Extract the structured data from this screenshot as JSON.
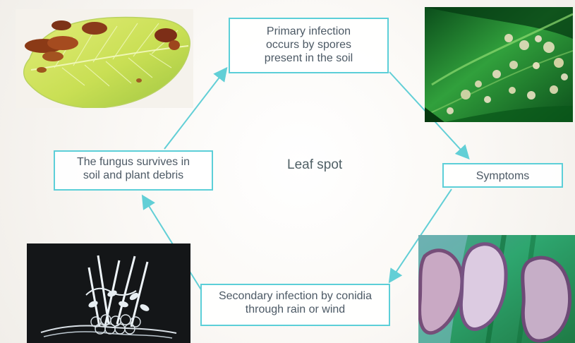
{
  "diagram": {
    "center_label": "Leaf spot",
    "nodes": {
      "primary": [
        "Primary infection",
        "occurs by  spores",
        "present in the soil"
      ],
      "symptoms": [
        "Symptoms"
      ],
      "secondary": [
        "Secondary infection by conidia",
        "through rain or wind"
      ],
      "survives": [
        "The fungus survives in",
        "soil and plant debris"
      ]
    }
  },
  "colors": {
    "arrow": "#62cfd6",
    "box_border": "#5ccfd8",
    "text": "#4c5965"
  }
}
